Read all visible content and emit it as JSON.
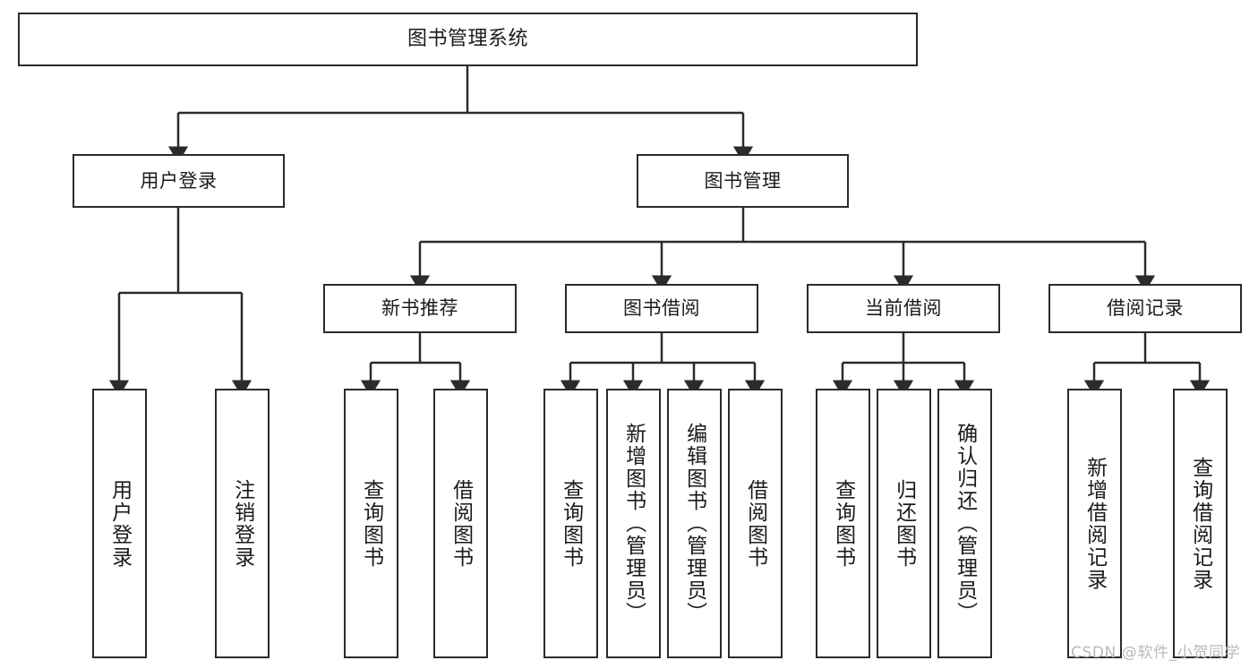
{
  "diagram": {
    "title": "图书管理系统",
    "type": "hierarchy-tree",
    "watermark": "CSDN @软件_小贺同学",
    "colors": {
      "stroke": "#2b2b2b",
      "fill": "#ffffff",
      "text": "#1b1b1b",
      "watermark": "#b9b9b9"
    },
    "nodes": {
      "root": {
        "label": "图书管理系统"
      },
      "level2": [
        {
          "id": "user-login",
          "label": "用户登录"
        },
        {
          "id": "book-manage",
          "label": "图书管理"
        }
      ],
      "level3": [
        {
          "id": "new-book-recommend",
          "label": "新书推荐"
        },
        {
          "id": "book-borrow",
          "label": "图书借阅"
        },
        {
          "id": "current-borrow",
          "label": "当前借阅"
        },
        {
          "id": "borrow-record",
          "label": "借阅记录"
        }
      ],
      "leaves": {
        "user_login": [
          {
            "id": "leaf-user-login",
            "label": "用户登录"
          },
          {
            "id": "leaf-logout",
            "label": "注销登录"
          }
        ],
        "new_book_recommend": [
          {
            "id": "leaf-query-book-1",
            "label": "查询图书"
          },
          {
            "id": "leaf-borrow-book-1",
            "label": "借阅图书"
          }
        ],
        "book_borrow": [
          {
            "id": "leaf-query-book-2",
            "label": "查询图书"
          },
          {
            "id": "leaf-add-book",
            "label": "新增图书（管理员）"
          },
          {
            "id": "leaf-edit-book",
            "label": "编辑图书（管理员）"
          },
          {
            "id": "leaf-borrow-book-2",
            "label": "借阅图书"
          }
        ],
        "current_borrow": [
          {
            "id": "leaf-query-book-3",
            "label": "查询图书"
          },
          {
            "id": "leaf-return-book",
            "label": "归还图书"
          },
          {
            "id": "leaf-confirm-return",
            "label": "确认归还（管理员）"
          }
        ],
        "borrow_record": [
          {
            "id": "leaf-add-record",
            "label": "新增借阅记录"
          },
          {
            "id": "leaf-query-record",
            "label": "查询借阅记录"
          }
        ]
      }
    }
  }
}
